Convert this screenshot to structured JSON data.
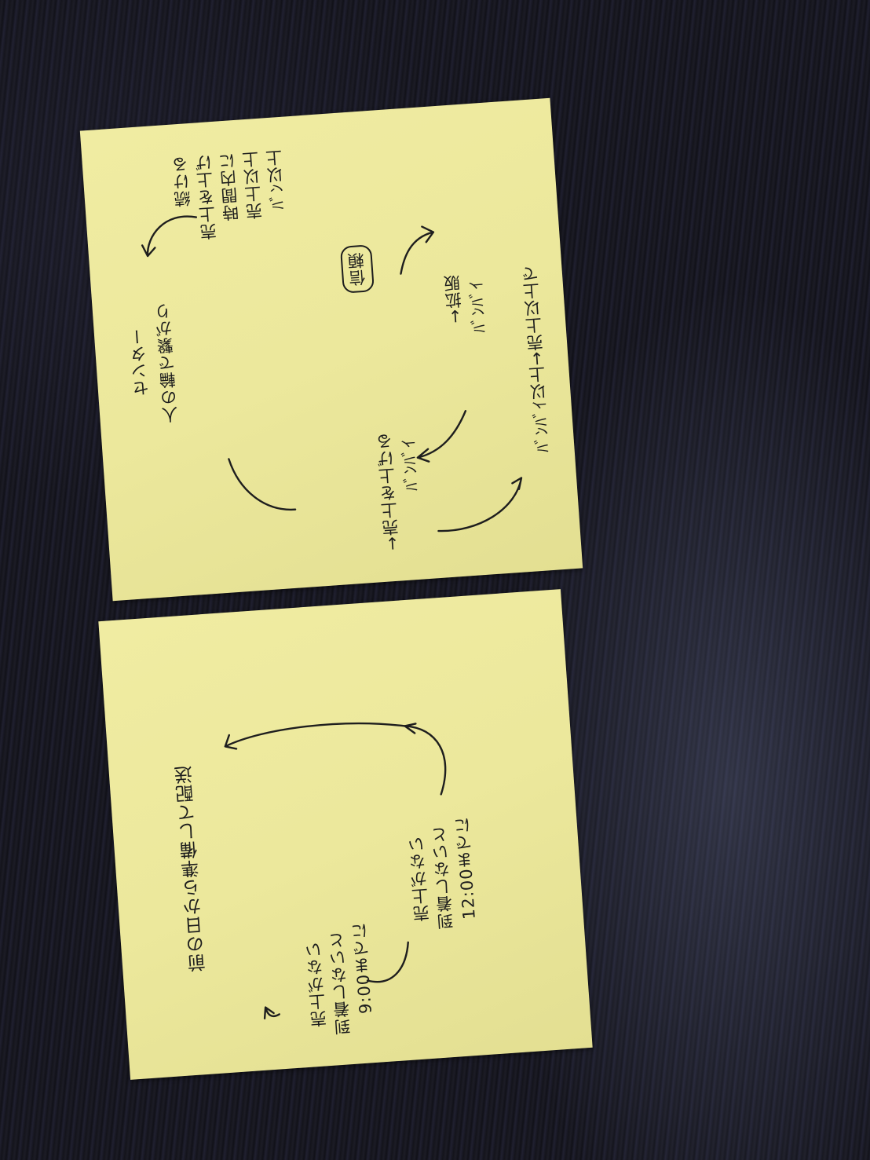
{
  "top_note": {
    "top_line": "ﾊﾞﾝﾊﾞｲ以上→売上以上で",
    "block_a": [
      "ﾊﾞﾝﾊﾞｲ",
      "→拡販"
    ],
    "block_b": [
      "ﾊﾞﾝﾊﾞｲ",
      "→売上を上げる"
    ],
    "block_c": [
      "ﾊﾞﾝ以上",
      "売上以上",
      "時間内に",
      "売上を上げ",
      "続ける"
    ],
    "center_box": "信頼",
    "bottom": [
      "人の輪で繋がり",
      "センター"
    ]
  },
  "bottom_note": {
    "block_a": [
      "12:00までに",
      "到着しないと",
      "売上がない"
    ],
    "block_b": [
      "9:00までに",
      "到着しないと",
      "売上がない"
    ],
    "bottom": "前の日から準備して配送"
  }
}
